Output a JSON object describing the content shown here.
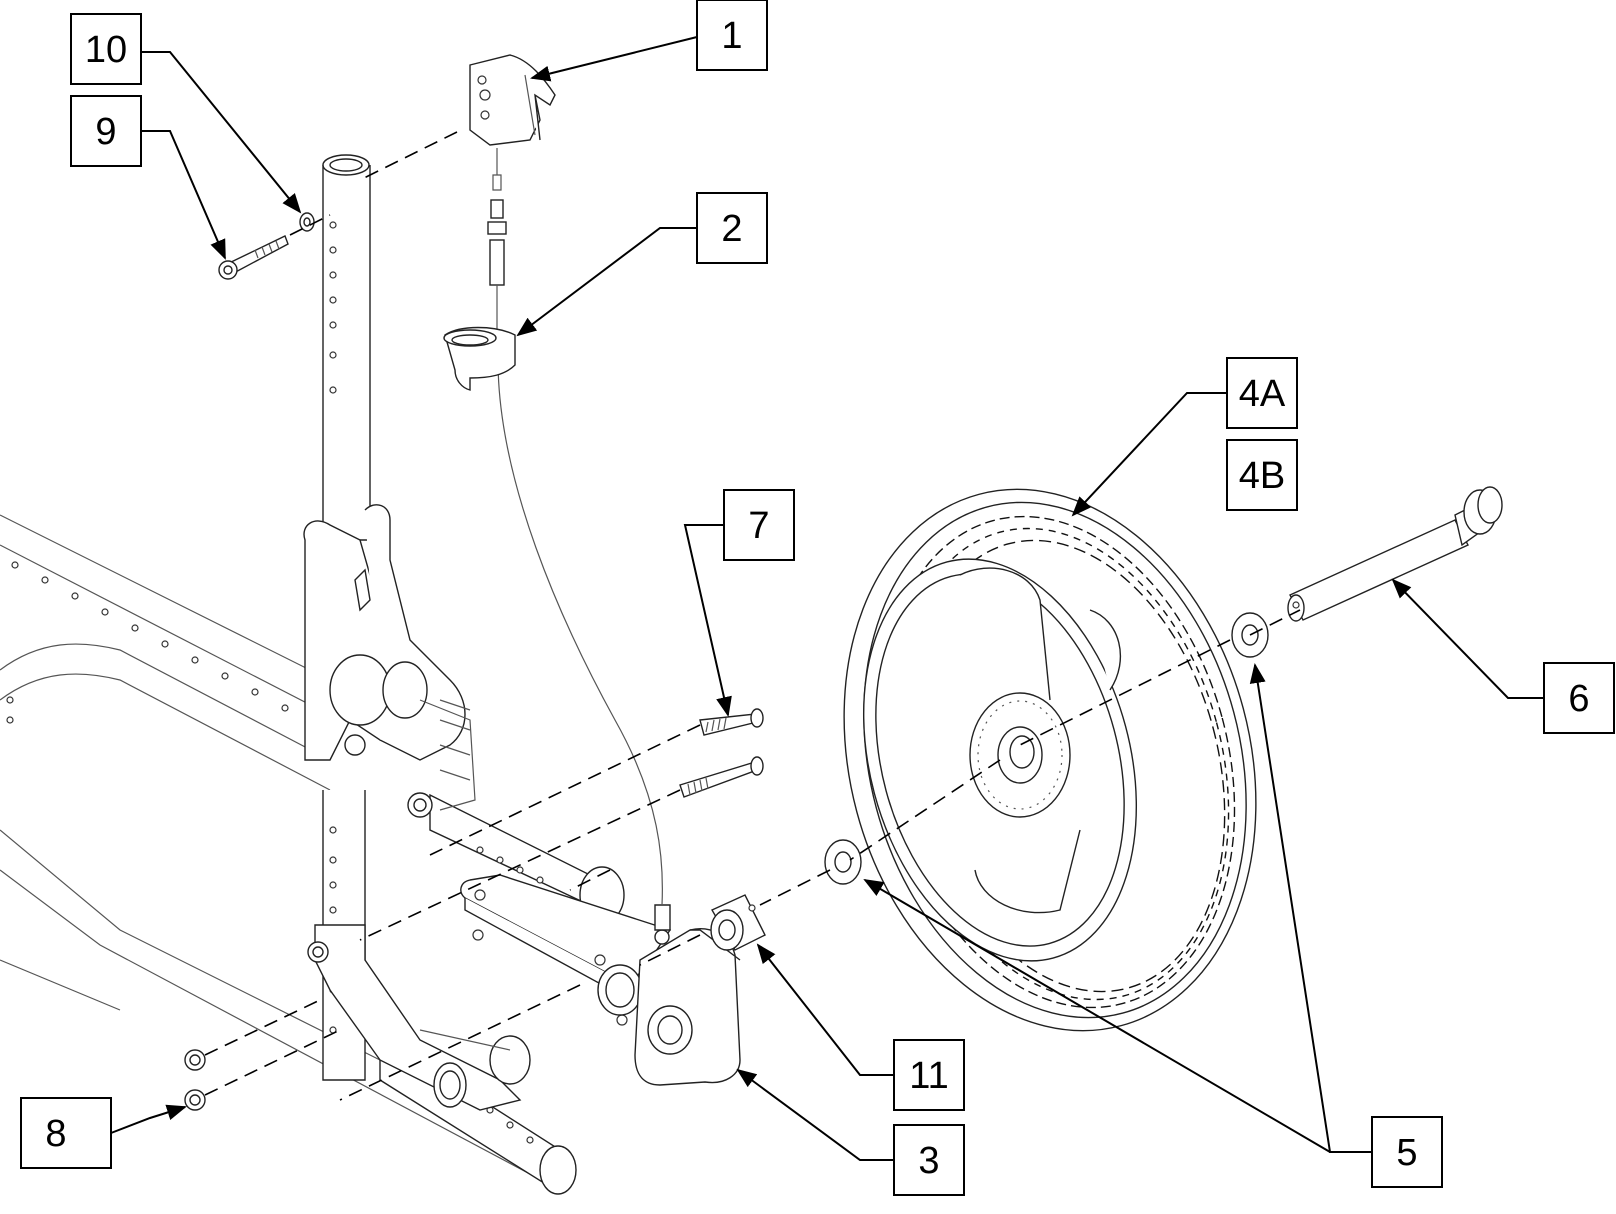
{
  "callouts": [
    {
      "id": "1",
      "label": "1"
    },
    {
      "id": "2",
      "label": "2"
    },
    {
      "id": "3",
      "label": "3"
    },
    {
      "id": "4A",
      "label": "4A"
    },
    {
      "id": "4B",
      "label": "4B"
    },
    {
      "id": "5",
      "label": "5"
    },
    {
      "id": "6",
      "label": "6"
    },
    {
      "id": "7",
      "label": "7"
    },
    {
      "id": "8",
      "label": "8"
    },
    {
      "id": "9",
      "label": "9"
    },
    {
      "id": "10",
      "label": "10"
    },
    {
      "id": "11",
      "label": "11"
    }
  ],
  "colors": {
    "line": "#000000",
    "background": "#ffffff"
  }
}
